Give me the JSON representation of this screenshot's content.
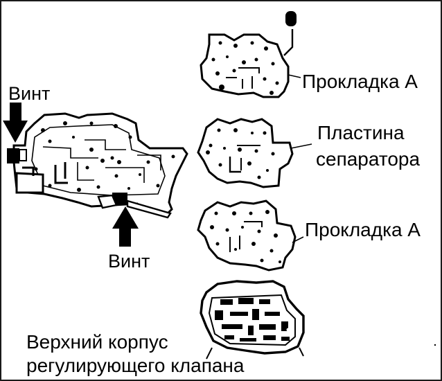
{
  "labels": {
    "screw_left": "Винт",
    "screw_bottom": "Винт",
    "gasket_top": "Прокладка А",
    "separator_plate_line1": "Пластина",
    "separator_plate_line2": "сепаратора",
    "gasket_middle": "Прокладка А",
    "upper_body_line1": "Верхний корпус",
    "upper_body_line2": "регулирующего клапана"
  },
  "colors": {
    "ink": "#000000",
    "paper": "#ffffff"
  }
}
